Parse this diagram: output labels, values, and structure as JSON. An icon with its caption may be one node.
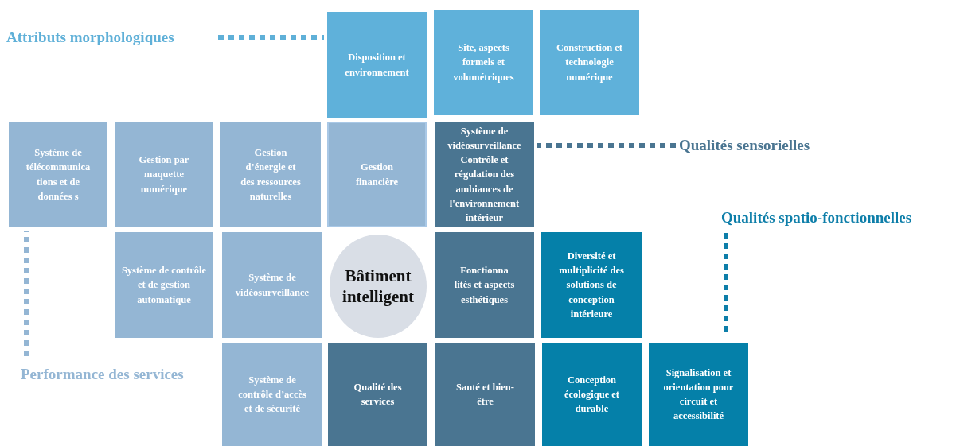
{
  "diagram": {
    "nodes": [
      {
        "text": [
          "Attributs morphologiques"
        ]
      },
      {
        "text": [
          "Disposition et environnement"
        ]
      },
      {
        "text": [
          "Site, aspects formels et volumétriques"
        ]
      },
      {
        "text": [
          "Construction et technologie numérique"
        ]
      },
      {
        "text": [
          "Système de télécommunica tions et de données s"
        ]
      },
      {
        "text": [
          "Gestion par maquette numérique"
        ]
      },
      {
        "text": [
          "Gestion d’énergie et des ressources naturelles"
        ]
      },
      {
        "text": [
          "Gestion financière"
        ]
      },
      {
        "text": [
          "Système de vidéosurveillance Contrôle et régulation des ambiances de l'environnement intérieur"
        ]
      },
      {
        "text": [
          "Qualités sensorielles"
        ]
      },
      {
        "text": [
          "Qualités spatio-fonctionnelles"
        ]
      },
      {
        "text": [
          "Système de contrôle et de gestion automatique"
        ]
      },
      {
        "text": [
          "Système de vidéosurveillance"
        ]
      },
      {
        "text": [
          "Bâtiment intelligent"
        ]
      },
      {
        "text": [
          "Fonctionna lités et aspects esthétiques"
        ]
      },
      {
        "text": [
          "Diversité et multiplicité des solutions de conception intérieure"
        ]
      },
      {
        "text": [
          "Performance des services"
        ]
      },
      {
        "text": [
          "Système de contrôle d’accès et de sécurité"
        ]
      },
      {
        "text": [
          "Qualité des services"
        ]
      },
      {
        "text": [
          "Santé et bien-être"
        ]
      },
      {
        "text": [
          "Conception écologique et durable"
        ]
      },
      {
        "text": [
          "Signalisation et orientation pour circuit et accessibilité"
        ]
      }
    ],
    "edges": [
      {
        "from": 0,
        "to": 1,
        "arrow": "none",
        "style": "dashed",
        "color": "#5fb0d8"
      },
      {
        "from": 9,
        "to": 8,
        "arrow": "none",
        "style": "dashed",
        "color": "#4a7591"
      },
      {
        "from": 10,
        "to": 21,
        "arrow": "none",
        "style": "dashed",
        "color": "#0d7ea9"
      },
      {
        "from": 16,
        "to": 4,
        "arrow": "none",
        "style": "dashed",
        "color": "#94b6d4"
      }
    ]
  }
}
